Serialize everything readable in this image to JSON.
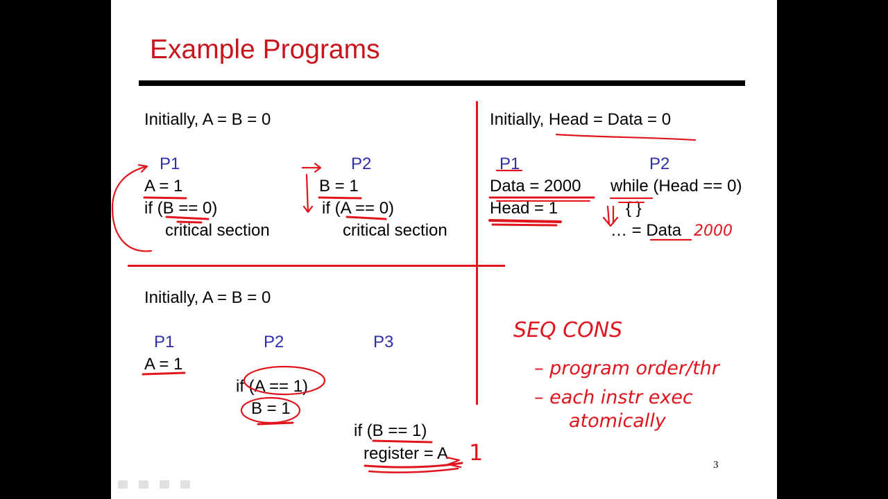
{
  "slide": {
    "title": "Example Programs",
    "page_number": "3",
    "q1": {
      "init": "Initially, A = B = 0",
      "p1": "P1",
      "p2": "P2",
      "p1_l1": "A = 1",
      "p1_l2": "if (B == 0)",
      "p1_l3": "critical section",
      "p2_l1": "B = 1",
      "p2_l2": "if (A == 0)",
      "p2_l3": "critical section"
    },
    "q2": {
      "init": "Initially, Head = Data = 0",
      "p1": "P1",
      "p2": "P2",
      "p1_l1": "Data = 2000",
      "p1_l2": "Head = 1",
      "p2_l1": "while (Head == 0)",
      "p2_l2": "{ }",
      "p2_l3": "… = Data"
    },
    "q3": {
      "init": "Initially, A = B = 0",
      "p1": "P1",
      "p2": "P2",
      "p3": "P3",
      "p1_l1": "A = 1",
      "p2_l1": "if (A == 1)",
      "p2_l2": "B = 1",
      "p3_l1": "if (B == 1)",
      "p3_l2": "register = A"
    },
    "annotations": {
      "data_value": "2000",
      "register_value": "1",
      "seq_cons": "SEQ   CONS",
      "bullet1": "– program order/thr",
      "bullet2": "– each instr exec",
      "bullet2b": "atomically"
    }
  },
  "colors": {
    "title": "#c8141c",
    "process_label": "#2e2ea8",
    "ink": "#e0141c"
  }
}
